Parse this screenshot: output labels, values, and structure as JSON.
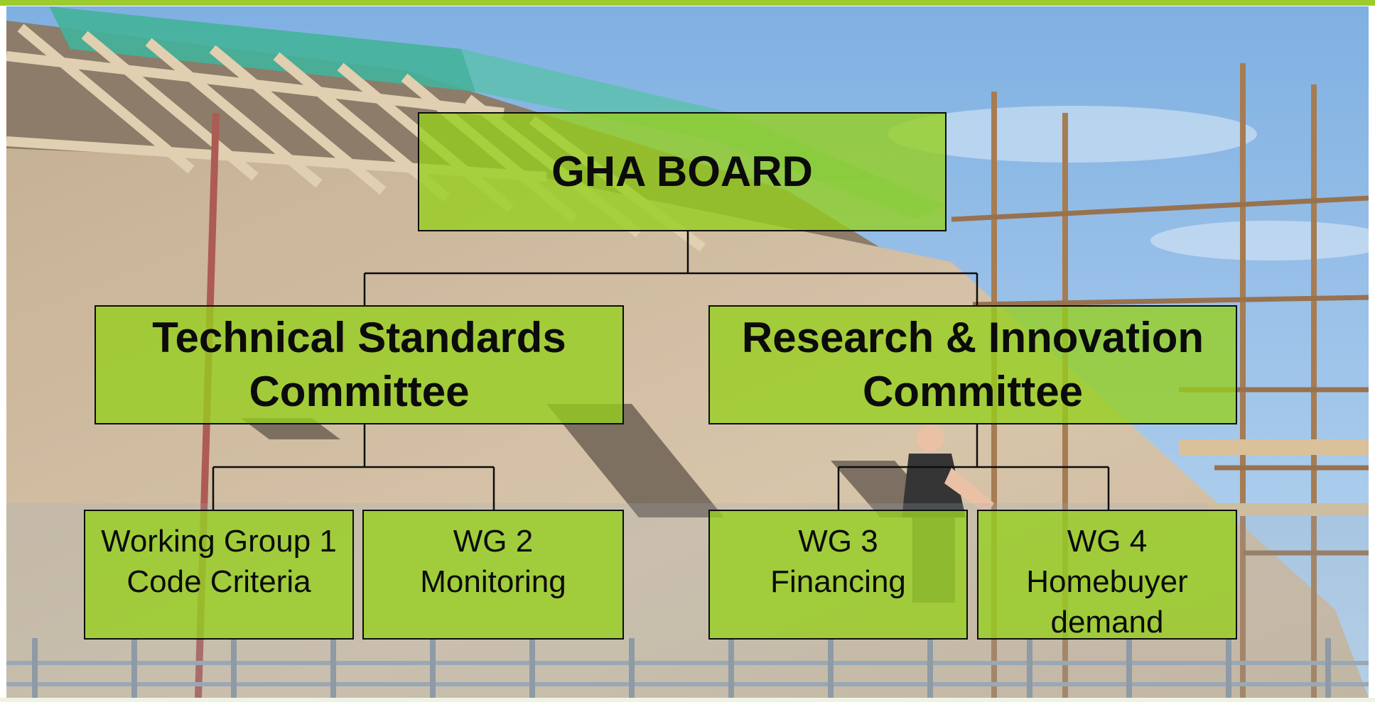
{
  "org_chart": {
    "root": {
      "label": "GHA BOARD"
    },
    "committees": [
      {
        "label": "Technical Standards\nCommittee",
        "working_groups": [
          {
            "label": "Working Group 1\nCode Criteria"
          },
          {
            "label": "WG 2\nMonitoring"
          }
        ]
      },
      {
        "label": "Research & Innovation\nCommittee",
        "working_groups": [
          {
            "label": "WG 3\nFinancing"
          },
          {
            "label": "WG 4\nHomebuyer\ndemand"
          }
        ]
      }
    ]
  },
  "colors": {
    "accent": "#9dcb2e",
    "box_fill": "#96d01c",
    "box_border": "#0d0d0d",
    "sky": "#7fb2e4",
    "wall": "#c9b294"
  },
  "background": {
    "subject": "house-under-construction-photo"
  }
}
